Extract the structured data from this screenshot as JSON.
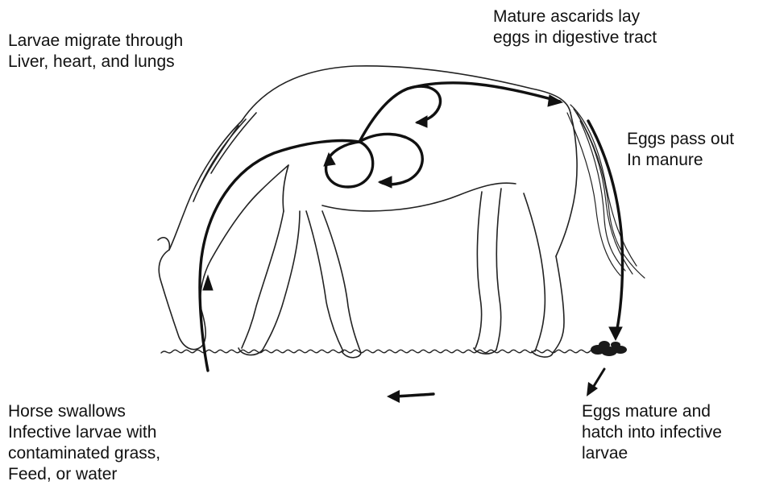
{
  "labels": {
    "migrate": [
      "Larvae migrate through",
      "Liver, heart, and lungs"
    ],
    "lay_eggs": [
      "Mature ascarids lay",
      "eggs in digestive tract"
    ],
    "pass_out": [
      "Eggs pass out",
      "In manure"
    ],
    "swallow": [
      "Horse swallows",
      "Infective larvae with",
      "contaminated grass,",
      "Feed, or water"
    ],
    "mature": [
      "Eggs mature and",
      "hatch into infective",
      "larvae"
    ]
  }
}
